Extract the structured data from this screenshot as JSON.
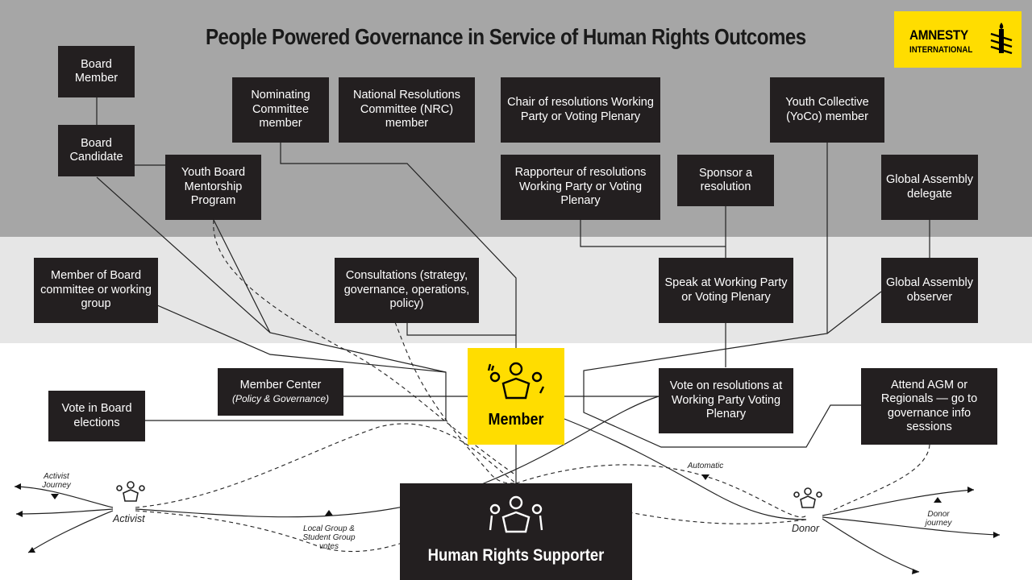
{
  "title": "People Powered Governance in Service of Human Rights Outcomes",
  "logo": {
    "line1": "AMNESTY",
    "line2": "INTERNATIONAL"
  },
  "boxes": {
    "board_member": "Board Member",
    "board_candidate": "Board Candidate",
    "youth_board": "Youth Board Mentorship Program",
    "nominating": "Nominating Committee member",
    "nrc": "National Resolutions Committee (NRC) member",
    "chair": "Chair of resolutions Working Party or Voting Plenary",
    "rapporteur": "Rapporteur of resolutions Working Party or Voting Plenary",
    "sponsor": "Sponsor a resolution",
    "yoco": "Youth Collective (YoCo) member",
    "ga_delegate": "Global Assembly delegate",
    "board_committee": "Member of Board committee or working group",
    "consultations": "Consultations (strategy, governance, operations, policy)",
    "speak": "Speak at Working Party or Voting Plenary",
    "ga_observer": "Global Assembly observer",
    "member_center": "Member Center",
    "member_center_sub": "(Policy & Governance)",
    "vote_board": "Vote in Board elections",
    "vote_resolutions": "Vote on resolutions at Working Party Voting Plenary",
    "agm": "Attend AGM or Regionals — go to governance info sessions"
  },
  "member_label": "Member",
  "supporter_label": "Human Rights Supporter",
  "paths": {
    "activist": "Activist",
    "donor": "Donor",
    "activist_journey": "Activist Journey",
    "donor_journey": "Donor journey",
    "automatic": "Automatic",
    "local_group": "Local Group & Student Group votes"
  },
  "colors": {
    "accent": "#ffdd00",
    "box": "#231f20",
    "band_top": "#a6a6a6",
    "band_mid": "#e6e6e6"
  }
}
